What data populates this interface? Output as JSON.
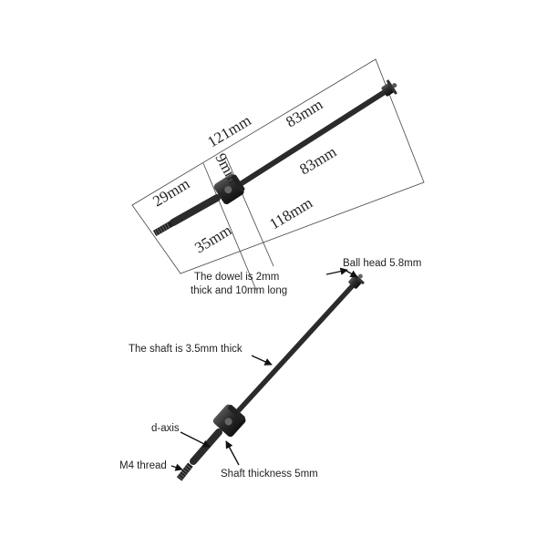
{
  "top_diagram": {
    "labels": {
      "total_length": "121mm",
      "upper_shaft": "83mm",
      "lower_shaft": "83mm",
      "cup_width": "9mm",
      "stub_length": "29mm",
      "stub_total": "35mm",
      "assembled_length": "118mm"
    }
  },
  "bottom_diagram": {
    "callouts": {
      "ball_head": "Ball head 5.8mm",
      "dowel_line1": "The dowel is 2mm",
      "dowel_line2": "thick and 10mm long",
      "shaft": "The shaft is 3.5mm thick",
      "d_axis": "d-axis",
      "m4_thread": "M4 thread",
      "shaft_thickness": "Shaft thickness 5mm"
    }
  },
  "colors": {
    "shaft": "#2b2b2b",
    "dark": "#1a1a1a",
    "frame": "#444444",
    "background": "#ffffff"
  }
}
